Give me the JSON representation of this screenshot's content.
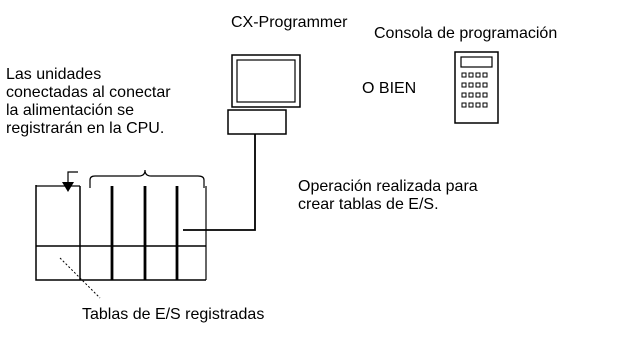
{
  "labels": {
    "software": "CX-Programmer",
    "console": "Consola de programación",
    "or": "O BIEN",
    "auto_register": [
      "Las unidades",
      "conectadas al conectar",
      "la alimentación se",
      "registrarán en la CPU."
    ],
    "operation": [
      "Operación realizada para",
      "crear tablas de E/S."
    ],
    "registered_tables": "Tablas de E/S registradas"
  }
}
